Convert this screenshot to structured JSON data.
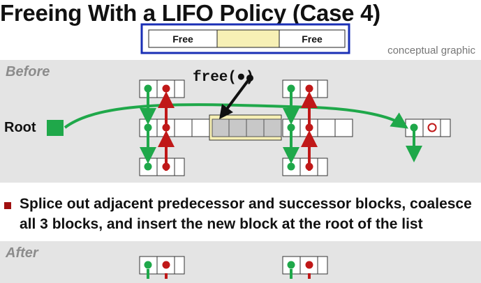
{
  "title": "Freeing With a LIFO Policy (Case 4)",
  "caption": "conceptual graphic",
  "legend": {
    "left_label": "Free",
    "right_label": "Free"
  },
  "before": {
    "label": "Before",
    "root_label": "Root",
    "call_label": "free(●)"
  },
  "bullet": {
    "line1": "Splice out adjacent predecessor and successor blocks, coalesce",
    "line2": "all 3 blocks, and insert the new block at the root of the list"
  },
  "after": {
    "label": "After"
  },
  "colors": {
    "green": "#1fa84a",
    "red": "#c01818",
    "block_yellow": "#f7f0b5",
    "block_gray": "#c8c8c8",
    "legend_border": "#1a2fb5"
  }
}
